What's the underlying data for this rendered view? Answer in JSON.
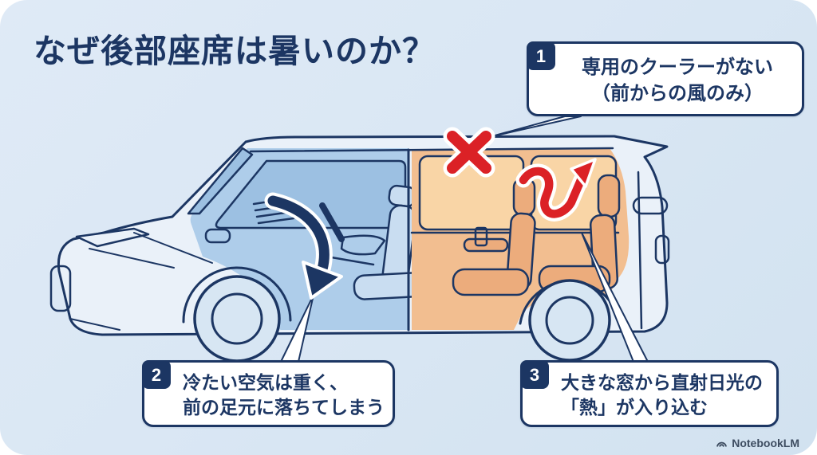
{
  "title": {
    "text": "なぜ後部座席は暑いのか？"
  },
  "callouts": [
    {
      "number": "1",
      "lines": [
        "専用のクーラーがない",
        "（前からの風のみ）"
      ]
    },
    {
      "number": "2",
      "lines": [
        "冷たい空気は重く、",
        "前の足元に落ちてしまう"
      ]
    },
    {
      "number": "3",
      "lines": [
        "大きな窓から直射日光の",
        "「熱」が入り込む"
      ]
    }
  ],
  "diagram": {
    "subject": "minivan-side-view",
    "icons": {
      "no_cooler": "red-x-mark",
      "heat": "red-wavy-arrow-up-right",
      "cold_air_falls": "navy-curved-arrow-down"
    },
    "zones": {
      "front_cool_zone": "blue",
      "rear_hot_zone": "orange"
    }
  },
  "footer": {
    "brand": "NotebookLM"
  },
  "colors": {
    "card_background_top": "#DFEAF6",
    "card_background_bottom": "#D2E2F0",
    "navy": "#1C3663",
    "red": "#DB2126",
    "car_body": "#EAF1F9",
    "front_glass": "#9CC0E2",
    "front_cabin": "#AECDEA",
    "front_seat": "#C9DDF1",
    "rear_zone": "#F2BE90",
    "rear_window": "#F9D5A6",
    "rear_seat": "#ECAC7C"
  }
}
